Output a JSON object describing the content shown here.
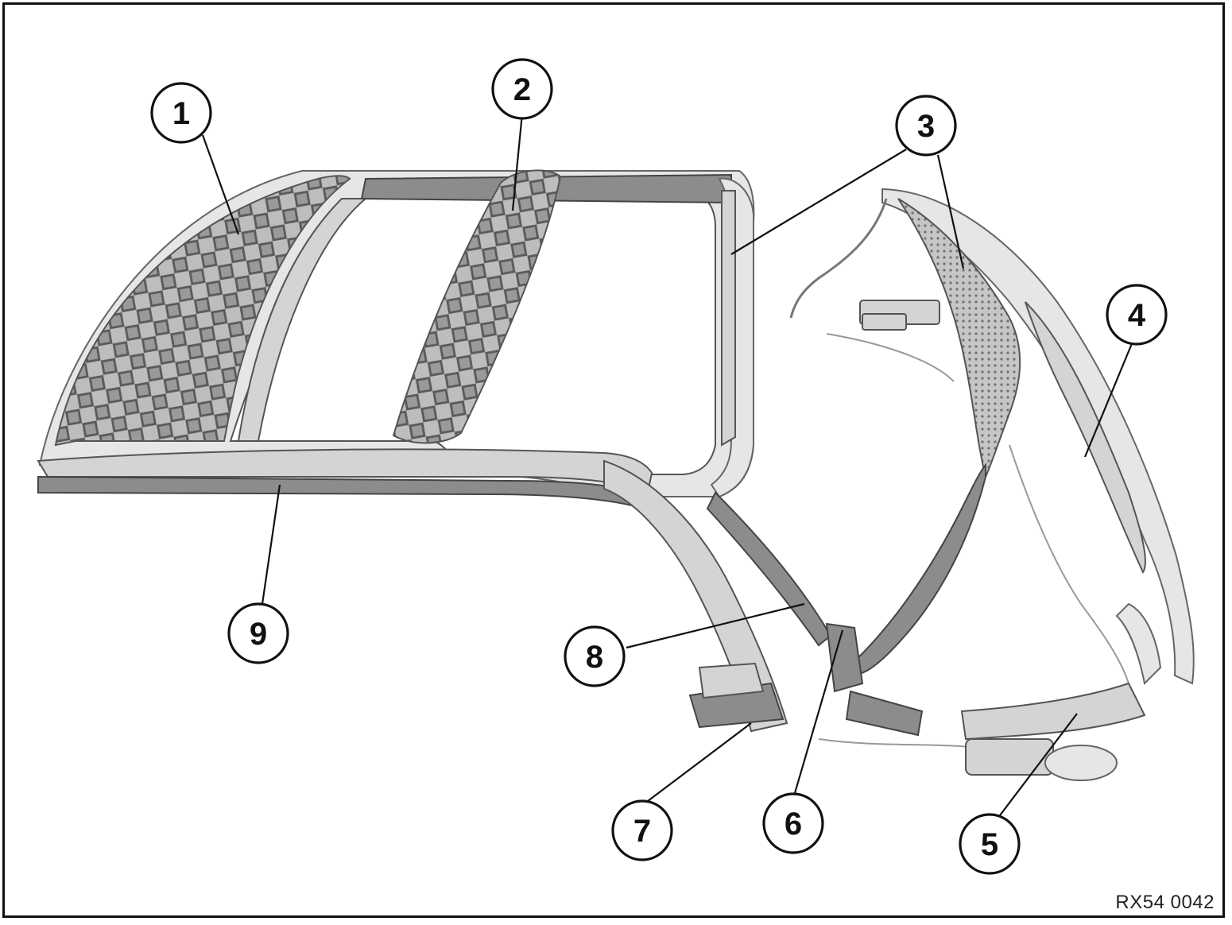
{
  "figure": {
    "reference_code": "RX54 0042"
  },
  "callouts": [
    {
      "id": "1",
      "label": "1"
    },
    {
      "id": "2",
      "label": "2"
    },
    {
      "id": "3",
      "label": "3"
    },
    {
      "id": "4",
      "label": "4"
    },
    {
      "id": "5",
      "label": "5"
    },
    {
      "id": "6",
      "label": "6"
    },
    {
      "id": "7",
      "label": "7"
    },
    {
      "id": "8",
      "label": "8"
    },
    {
      "id": "9",
      "label": "9"
    }
  ],
  "colors": {
    "line": "#111111",
    "part_fill": "#d4d4d4",
    "part_dark": "#8c8c8c",
    "background": "#ffffff"
  }
}
